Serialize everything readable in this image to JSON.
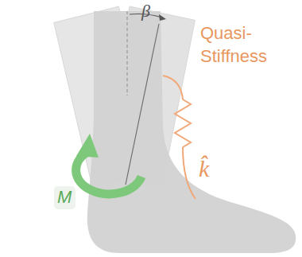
{
  "diagram": {
    "nodes": [
      {
        "text": [
          "M"
        ]
      }
    ],
    "edges": [],
    "labels": [
      "β",
      "Quasi-Stiffness",
      "k̂"
    ]
  }
}
